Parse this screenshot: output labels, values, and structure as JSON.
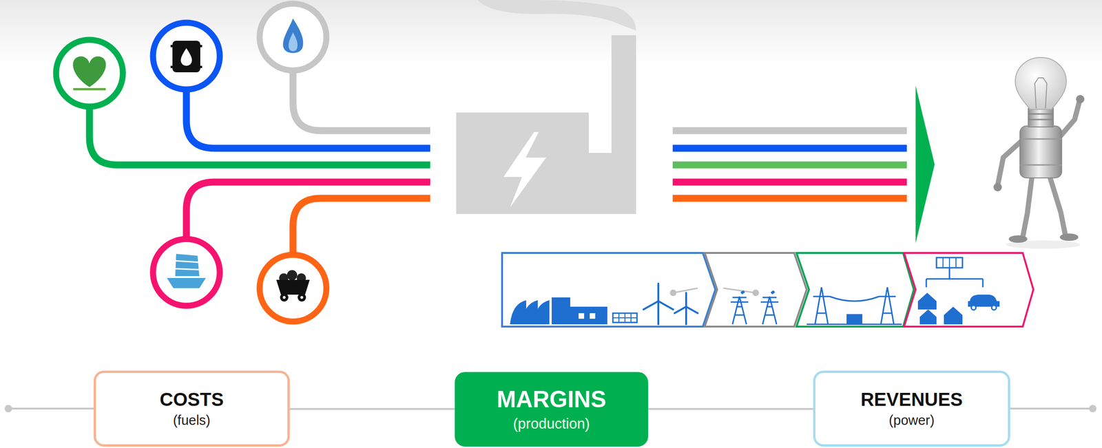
{
  "diagram": {
    "nodes": [
      {
        "text": [
          "COSTS",
          "(fuels)"
        ]
      },
      {
        "text": [
          "MARGINS",
          "(production)"
        ]
      },
      {
        "text": [
          "REVENUES",
          "(power)"
        ]
      }
    ],
    "edges": [
      {
        "from": 0,
        "to": 1,
        "arrow": "none"
      },
      {
        "from": 1,
        "to": 2,
        "arrow": "none"
      }
    ]
  }
}
